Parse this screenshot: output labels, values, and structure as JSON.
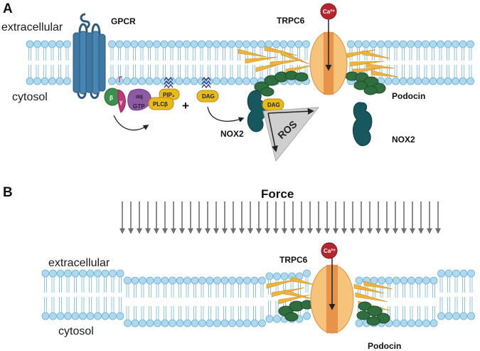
{
  "panel_a": {
    "letter": "A",
    "extracellular": "extracellular",
    "cytosol": "cytosol",
    "gpcr": "GPCR",
    "trpc6": "TRPC6",
    "calcium": "Ca²⁺",
    "podocin": "Podocin",
    "nox2_left": "NOX2",
    "nox2_right": "NOX2",
    "ros": "ROS",
    "plus": "+",
    "dag_free": "DAG",
    "dag_bound": "DAG",
    "beta": "β",
    "gamma": "γ",
    "alpha_q": "αq",
    "gtp": "GTP",
    "pip2": "PIP₂",
    "plcb": "PLCβ"
  },
  "panel_b": {
    "letter": "B",
    "force": "Force",
    "extracellular": "extracellular",
    "cytosol": "cytosol",
    "trpc6": "TRPC6",
    "calcium": "Ca²⁺",
    "podocin": "Podocin"
  },
  "colors": {
    "lipid_head": "#aed8ee",
    "lipid_stroke": "#6aaed2",
    "tail": "#8fc3e0",
    "gpcr": "#3f78a3",
    "trpc6_light": "#f7c27a",
    "trpc6_dark": "#e8934a",
    "calcium": "#b3262d",
    "podocin": "#2e6e3f",
    "nox2": "#17585e",
    "dag": "#e9bb1a",
    "galpha": "#8e5aa8",
    "gbeta": "#3c8f4c",
    "ggamma": "#c2357b",
    "ros_triangle": "#c9c9c9",
    "yellow_rods": "#f0b43c",
    "force_arrow": "#6e6e6e"
  }
}
